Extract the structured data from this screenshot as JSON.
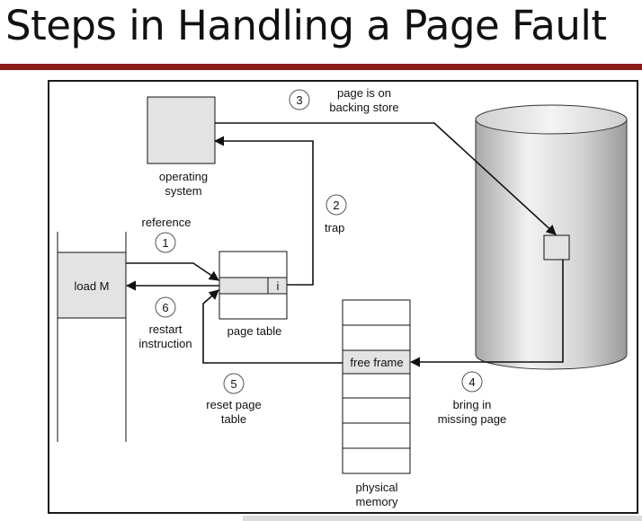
{
  "title": "Steps in Handling a Page Fault",
  "colors": {
    "title_rule": "#8b1a1a",
    "box_fill": "#e3e3e3",
    "disk_fill": "#d9d9d9"
  },
  "os": {
    "line1": "operating",
    "line2": "system"
  },
  "step1": {
    "num": "1",
    "label": "reference"
  },
  "step2": {
    "num": "2",
    "label": "trap"
  },
  "step3": {
    "num": "3",
    "line1": "page is on",
    "line2": "backing store"
  },
  "step4": {
    "num": "4",
    "line1": "bring in",
    "line2": "missing page"
  },
  "step5": {
    "num": "5",
    "line1": "reset page",
    "line2": "table"
  },
  "step6": {
    "num": "6",
    "line1": "restart",
    "line2": "instruction"
  },
  "load_m": "load M",
  "page_table": {
    "cell_value": "i",
    "label": "page table"
  },
  "physical_memory": {
    "free_frame": "free frame",
    "line1": "physical",
    "line2": "memory"
  }
}
